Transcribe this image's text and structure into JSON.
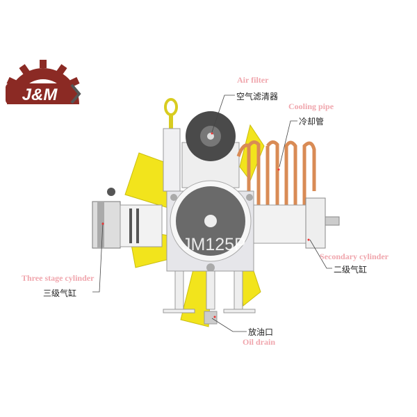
{
  "logo": {
    "text": "J&M",
    "colors": {
      "gear": "#8b2a24",
      "chevron": "#555555"
    }
  },
  "model": "JM125P",
  "labels": {
    "air_filter": {
      "en": "Air filter",
      "zh": "空气滤清器"
    },
    "cooling_pipe": {
      "en": "Cooling pipe",
      "zh": "冷却管"
    },
    "three_stage_cylinder": {
      "en": "Three stage cylinder",
      "zh": "三级气缸"
    },
    "secondary_cylinder": {
      "en": "Secondary cylinder",
      "zh": "二级气缸"
    },
    "oil_drain": {
      "en": "Oil drain",
      "zh": "放油口"
    }
  },
  "colors": {
    "fan": "#f2e41c",
    "copper": "#d98b55",
    "body": "#e8e8ea",
    "disc": "#666666",
    "label_en": "#f0a6ad"
  }
}
